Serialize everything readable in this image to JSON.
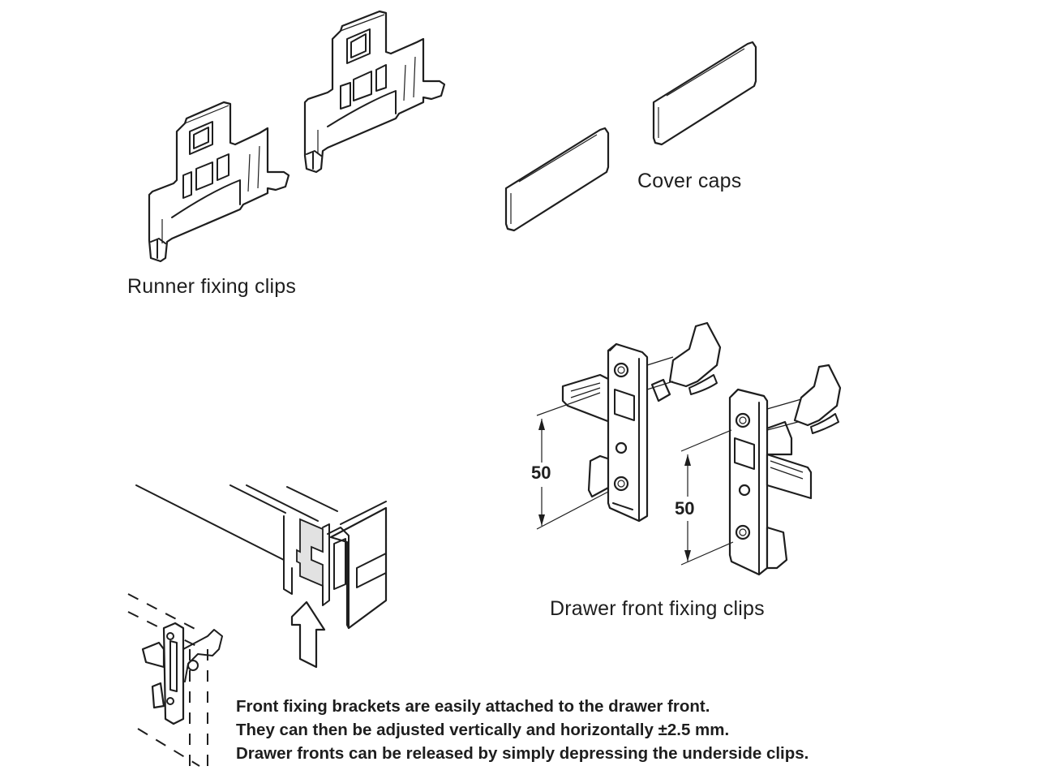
{
  "labels": {
    "runner_fixing_clips": "Runner fixing clips",
    "cover_caps": "Cover caps",
    "drawer_front_fixing_clips": "Drawer front fixing clips"
  },
  "dimensions": {
    "left_clip_spacing": "50",
    "right_clip_spacing": "50"
  },
  "notes": [
    "Front fixing brackets are easily attached to the drawer front.",
    "They can then be adjusted vertically and horizontally ±2.5 mm.",
    "Drawer fronts can be released by simply depressing the underside clips."
  ],
  "colors": {
    "line": "#1e1e1e",
    "highlight_fill": "#e2e2e2",
    "background": "#ffffff"
  }
}
